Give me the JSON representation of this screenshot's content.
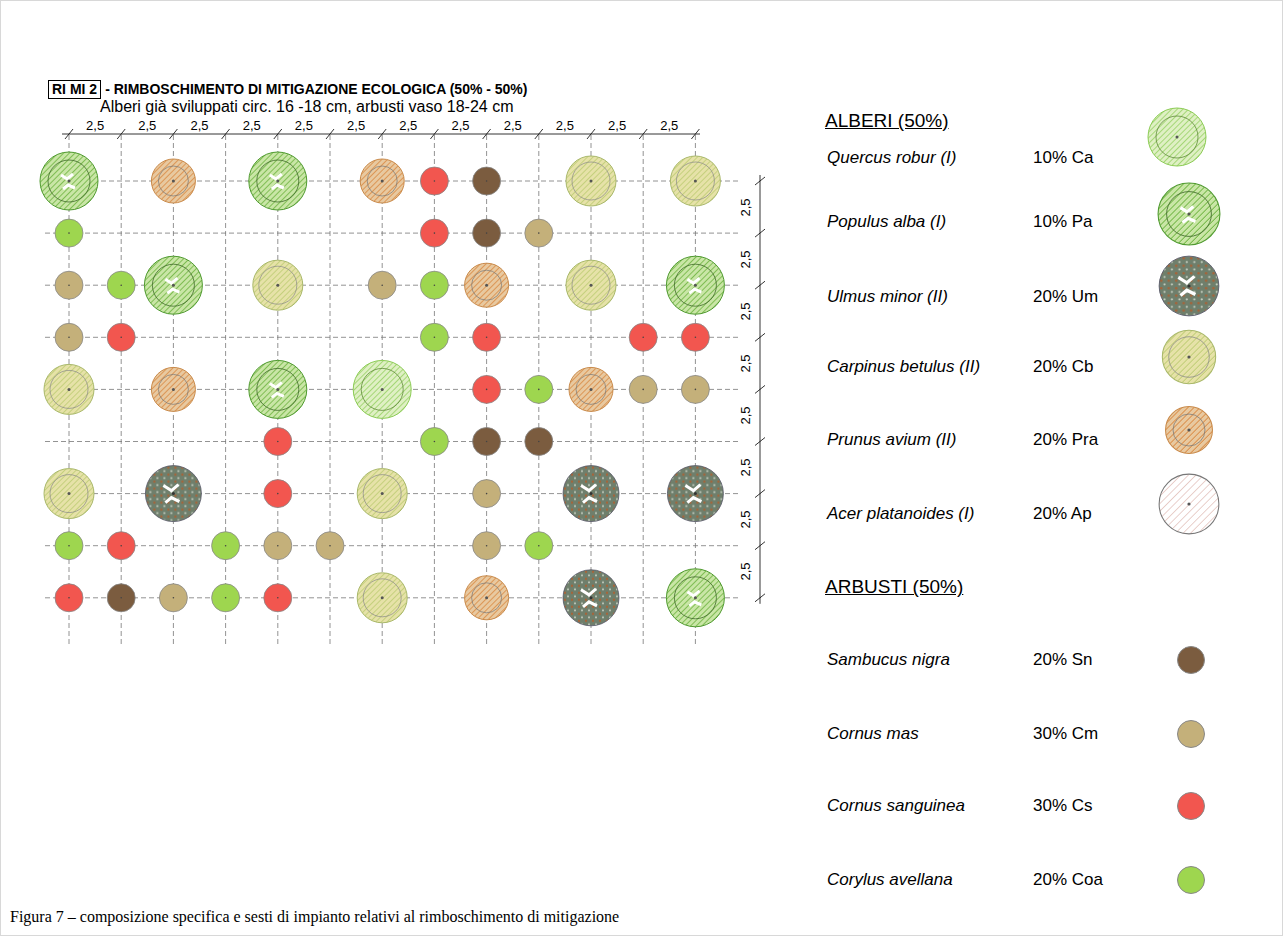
{
  "diagram": {
    "title": "- RIMBOSCHIMENTO DI MITIGAZIONE ECOLOGICA (50% - 50%)",
    "caption": "Figura 7 – composizione specifica e sesti di impianto relativi al rimboschimento di mitigazione",
    "nodes": [
      {
        "text": [
          "RI MI 2"
        ]
      }
    ],
    "labels": [
      "Alberi già sviluppati circ. 16 -18 cm, arbusti vaso 18-24 cm",
      "ALBERI (50%)",
      "10% Ca",
      "10% Pa",
      "20% Um",
      "20% Cb",
      "20% Pra",
      "20% Ap",
      "ARBUSTI (50%)",
      "20% Sn",
      "30% Cm",
      "30% Cs",
      "20% Coa",
      "2,5",
      "2,5",
      "2,5",
      "2,5",
      "2,5",
      "2,5",
      "2,5",
      "2,5",
      "2,5",
      "2,5",
      "2,5",
      "2,5",
      "2,5",
      "2,5",
      "2,5",
      "2,5",
      "2,5",
      "2,5",
      "2,5",
      "2,5"
    ],
    "legend": [
      {
        "text": "Quercus robur (I)"
      },
      {
        "text": "Populus alba (I)"
      },
      {
        "text": "Ulmus minor (II)"
      },
      {
        "text": "Carpinus betulus (II)"
      },
      {
        "text": "Prunus avium (II)"
      },
      {
        "text": "Acer platanoides (I)"
      },
      {
        "text": "Sambucus nigra",
        "color": "#7b5c3f"
      },
      {
        "text": "Cornus mas",
        "color": "#c4b07a"
      },
      {
        "text": "Cornus sanguinea",
        "color": "#f2564f"
      },
      {
        "text": "Corylus avellana",
        "color": "#9ed64f"
      }
    ]
  }
}
